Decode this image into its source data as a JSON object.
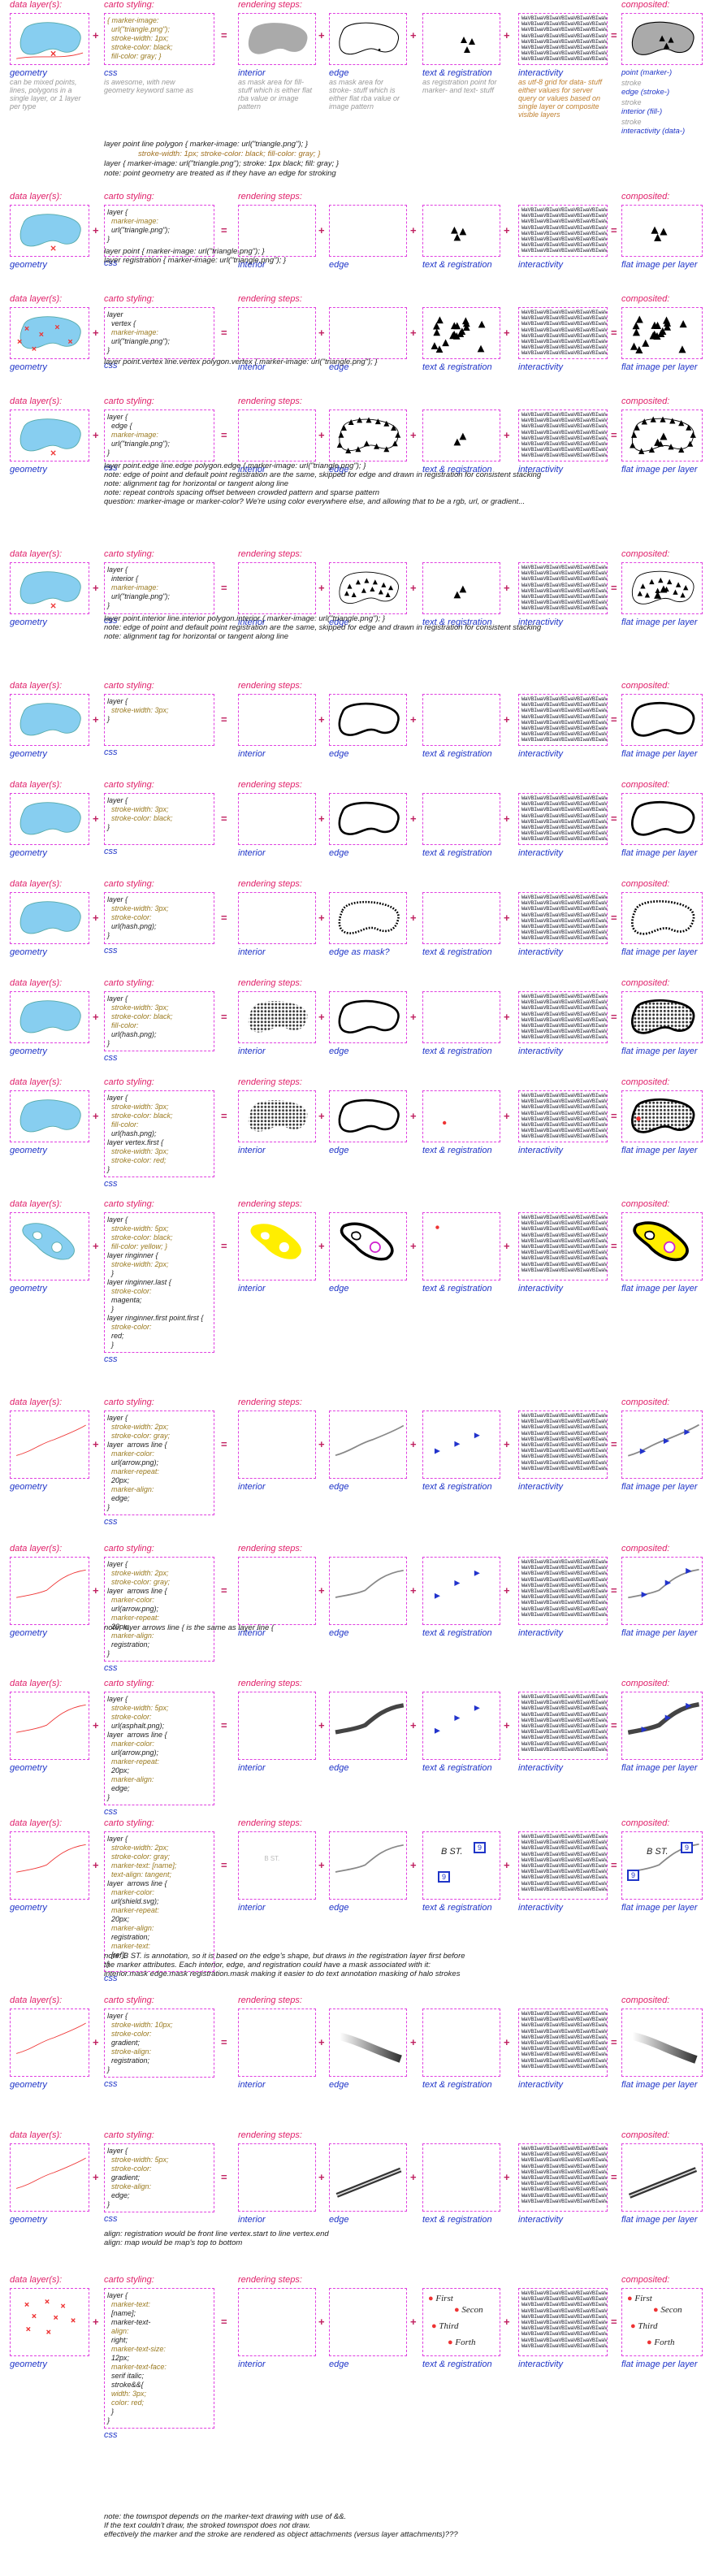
{
  "headers": {
    "data": "data layer(s):",
    "carto": "carto styling:",
    "render": "rendering steps:",
    "composited": "composited:"
  },
  "captions": {
    "geometry": "geometry",
    "css": "css",
    "interior": "interior",
    "edge": "edge",
    "text": "text & registration",
    "interactivity": "interactivity",
    "flat": "flat image per layer",
    "edge_mask": "edge as mask?"
  },
  "interactivity_text": "WaVBIwaVBIwaVBIwaVBIwaVBIwaVBI",
  "row1": {
    "geometry_desc": "can be mixed points, lines, polygons in a single layer, or 1 layer per type",
    "css_desc": "is awesome, with new geometry keyword same as",
    "interior_desc": "as mask area for fill- stuff which is either flat rba value or image pattern",
    "edge_desc": "as mask area for stroke- stuff which is either flat rba value or image pattern",
    "text_desc": "as registration point for marker- and text- stuff",
    "interactivity_desc": "as utf-8 grid for data- stuff either values for server query or values based on single layer or composite visible layers",
    "composited_lines": [
      "point (marker-)",
      "stroke",
      "edge (stroke-)",
      "stroke",
      "interior (fill-)",
      "stroke",
      "interactivity (data-)"
    ],
    "css": [
      "{ marker-image:",
      "  url(\"triangle.png\");",
      "  stroke-width: 1px;",
      "  stroke-color: black;",
      "  fill-color: gray; }"
    ],
    "notes": [
      "layer  point  line  polygon {  marker-image:  url(\"triangle.png\");  }",
      "stroke-width: 1px; stroke-color: black; fill-color: gray; }",
      "layer {  marker-image: url(\"triangle.png\");  stroke: 1px black; fill: gray;  }",
      "note: point geometry are treated as if they have an edge for stroking"
    ]
  },
  "row2": {
    "css": [
      "layer {",
      "  marker-image:",
      "  url(\"triangle.png\");",
      "}"
    ],
    "notes": [
      "layer  point  {  marker-image: url(\"triangle.png\");  }",
      "layer  registration  {  marker-image: url(\"triangle.png\");  }"
    ]
  },
  "row3": {
    "css": [
      "layer",
      "  vertex {",
      "  marker-image:",
      "  url(\"triangle.png\");",
      "}"
    ],
    "notes": [
      "layer  point.vertex  line.vertex  polygon.vertex  {  marker-image: url(\"triangle.png\");  }"
    ]
  },
  "row4": {
    "css": [
      "layer {",
      "  edge {",
      "  marker-image:",
      "  url(\"triangle.png\");",
      "}"
    ],
    "notes": [
      "layer  point.edge  line.edge  polygon.edge  {  marker-image: url(\"triangle.png\");  }",
      "note: edge of point and default point registration are the same, skipped for edge and drawn in registration for consistent stacking",
      "note: alignment tag for horizontal or tangent along line",
      "note: repeat controls spacing offset between crowded pattern and sparse pattern",
      "question: marker-image or marker-color? We're using color everywhere else, and allowing that to be a rgb, url, or gradient..."
    ]
  },
  "row5": {
    "css": [
      "layer {",
      "  interior {",
      "  marker-image:",
      "  url(\"triangle.png\");",
      "}"
    ],
    "notes": [
      "layer  point.interior  line.interior  polygon.interior  {  marker-image: url(\"triangle.png\");  }",
      "note: edge of point and default point registration are the same, skipped for edge and drawn in registration for consistent stacking",
      "note: alignment tag for horizontal or tangent along line"
    ]
  },
  "row6": {
    "css": [
      "layer {",
      "  stroke-width: 3px;",
      "}"
    ]
  },
  "row7": {
    "css": [
      "layer {",
      "  stroke-width: 3px;",
      "  stroke-color: black;",
      "}"
    ]
  },
  "row8": {
    "css": [
      "layer {",
      "  stroke-width: 3px;",
      "  stroke-color:",
      "  url(hash.png);",
      "}"
    ]
  },
  "row9": {
    "css": [
      "layer {",
      "  stroke-width: 3px;",
      "  stroke-color: black;",
      "  fill-color:",
      "  url(hash.png);",
      "}"
    ]
  },
  "row10": {
    "css": [
      "layer {",
      "  stroke-width: 3px;",
      "  stroke-color: black;",
      "  fill-color:",
      "  url(hash.png);",
      "layer vertex.first {",
      "  stroke-width: 3px;",
      "  stroke-color: red;",
      "}"
    ]
  },
  "row11": {
    "css": [
      "layer {",
      "  stroke-width: 5px;",
      "  stroke-color: black;",
      "  fill-color: yellow; }",
      "layer ringinner {",
      "  stroke-width: 2px;",
      "  }",
      "layer ringinner.last {",
      "  stroke-color:",
      "  magenta;",
      "  }",
      "layer ringinner.first point.first {",
      "  stroke-color:",
      "  red;",
      "  }"
    ]
  },
  "row12": {
    "css": [
      "layer {",
      "  stroke-width: 2px;",
      "  stroke-color: gray;",
      "layer  arrows line {",
      "  marker-color:",
      "  url(arrow.png);",
      "  marker-repeat:",
      "  20px;",
      "  marker-align:",
      "  edge;",
      "}"
    ]
  },
  "row13": {
    "css": [
      "layer {",
      "  stroke-width: 2px;",
      "  stroke-color: gray;",
      "layer  arrows line {",
      "  marker-color:",
      "  url(arrow.png);",
      "  marker-repeat:",
      "  20px;",
      "  marker-align:",
      "  registration;",
      "}"
    ],
    "notes": [
      "note:  layer  arrows line  {  is the same as  layer  line  {"
    ]
  },
  "row14": {
    "css": [
      "layer {",
      "  stroke-width: 5px;",
      "  stroke-color:",
      "  url(asphalt.png);",
      "layer  arrows line {",
      "  marker-color:",
      "  url(arrow.png);",
      "  marker-repeat:",
      "  20px;",
      "  marker-align:",
      "  edge;",
      "}"
    ]
  },
  "row15": {
    "css": [
      "layer {",
      "  stroke-width: 2px;",
      "  stroke-color: gray;",
      "  marker-text: [name];",
      "  text-align: tangent;",
      "layer  arrows line {",
      "  marker-color:",
      "  url(shield.svg);",
      "  marker-repeat:",
      "  20px;",
      "  marker-align:",
      "  registration;",
      "  marker-text:",
      "  [ref];",
      "}"
    ],
    "labels": [
      "B ST.",
      "9"
    ],
    "notes": [
      "note:  B ST. is annotation, so it is based on the edge's shape, but draws in the registration layer first before",
      "the marker attributes. Each interior, edge, and registration could have a mask associated with it:",
      "interior.mask  edge.mask  registration.mask  making it easier to do text annotation masking of halo strokes"
    ]
  },
  "row16": {
    "css": [
      "layer {",
      "  stroke-width: 10px;",
      "  stroke-color:",
      "  gradient;",
      "  stroke-align:",
      "  registration;",
      "}"
    ]
  },
  "row17": {
    "css": [
      "layer {",
      "  stroke-width: 5px;",
      "  stroke-color:",
      "  gradient;",
      "  stroke-align:",
      "  edge;",
      "}"
    ],
    "notes": [
      "align: registration would be front line vertex.start to line vertex.end",
      "align: map would be map's top to bottom"
    ]
  },
  "row18": {
    "css": [
      "layer {",
      "  marker-text:",
      "  [name];",
      "  marker-text-",
      "  align:",
      "  right;",
      "  marker-text-size:",
      "  12px;",
      "  marker-text-face:",
      "  serif italic;",
      "  stroke&&{",
      "  width: 3px;",
      "  color: red;",
      "  }",
      "}"
    ],
    "labels": [
      "First",
      "Secon",
      "Third",
      "Forth"
    ],
    "notes": [
      "note:  the townspot depends on the marker-text drawing with use of &&.",
      "If the text couldn't draw, the stroked townspot does not draw.",
      "effectively the marker and the stroke are rendered as object attachments (versus layer attachments)???"
    ]
  }
}
